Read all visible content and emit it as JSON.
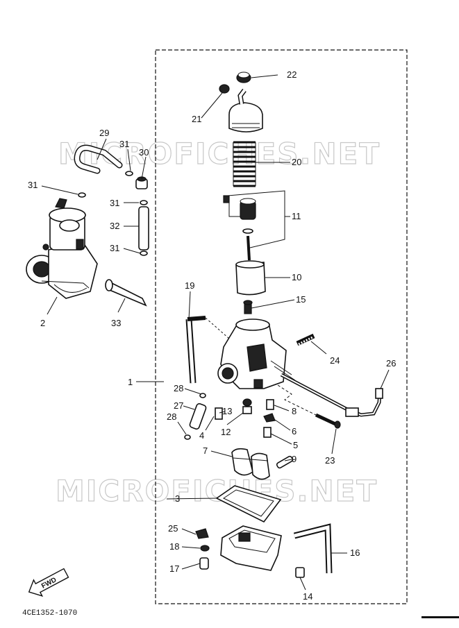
{
  "watermarks": [
    "MICROFICHES.NET",
    "MICROFICHES.NET"
  ],
  "reference_code": "4CE1352-1070",
  "fwd_label": "FWD",
  "callouts": {
    "c1": "1",
    "c2": "2",
    "c3": "3",
    "c4": "4",
    "c5": "5",
    "c6": "6",
    "c7": "7",
    "c8": "8",
    "c9": "9",
    "c10": "10",
    "c11": "11",
    "c12": "12",
    "c13": "13",
    "c14": "14",
    "c15": "15",
    "c16": "16",
    "c17": "17",
    "c18": "18",
    "c19": "19",
    "c20": "20",
    "c21": "21",
    "c22": "22",
    "c23": "23",
    "c24": "24",
    "c25": "25",
    "c26": "26",
    "c27": "27",
    "c28a": "28",
    "c28b": "28",
    "c29": "29",
    "c30": "30",
    "c31a": "31",
    "c31b": "31",
    "c31c": "31",
    "c31d": "31",
    "c32": "32",
    "c33": "33"
  }
}
